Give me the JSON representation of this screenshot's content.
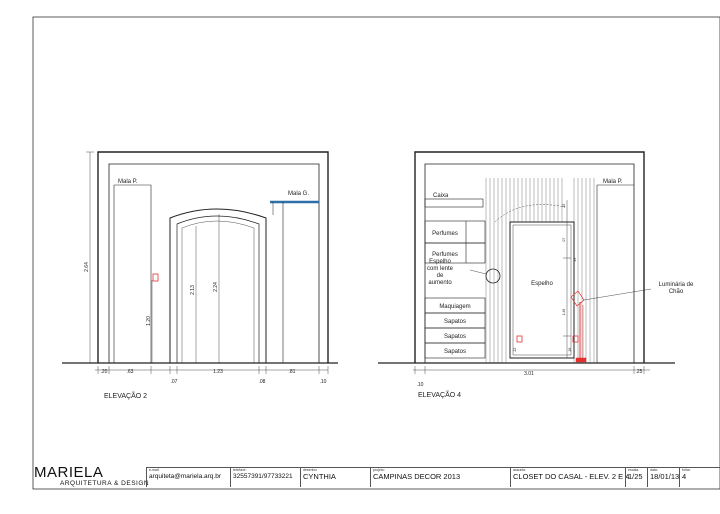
{
  "elevation2": {
    "title": "ELEVAÇÃO 2",
    "labels": {
      "mala_p": "Mala P.",
      "mala_g": "Mala G."
    },
    "dims": {
      "total_height": "2.64",
      "niche_height": "1.20",
      "arch_inner": "2.13",
      "arch_total": "2.24",
      "base_1": ".20",
      ".63": ".63",
      ".07": ".07",
      "1.23": "1.23",
      ".08": ".08",
      ".81": ".81",
      ".10": ".10"
    }
  },
  "elevation4": {
    "title": "ELEVAÇÃO 4",
    "labels": {
      "caixa": "Caixa",
      "mala_p": "Mala P.",
      "perfumes_1": "Perfumes",
      "perfumes_2": "Perfumes",
      "espelho_lente": "Espelho\ncom lente\nde\naumento",
      "espelho": "Espelho",
      "maquiagem": "Maquiagem",
      "sapatos_1": "Sapatos",
      "sapatos_2": "Sapatos",
      "sapatos_3": "Sapatos",
      "luminaria": "Luminária de\nChão"
    },
    "dims": {
      ".15": ".15",
      ".07": ".07",
      ".93": ".93",
      "1.48": "1.48",
      ".22": ".22",
      ".26": ".26",
      "3.01": "3.01",
      ".25": ".25",
      ".10": ".10"
    }
  },
  "titleblock": {
    "brand": "MARIELA",
    "brand_sub": "ARQUITETURA & DESIGN",
    "email_label": "e-mail:",
    "email": "arquiteta@mariela.arq.br",
    "phone_label": "telefone:",
    "phone": "32557391/97733221",
    "drafter_label": "desenho:",
    "drafter": "CYNTHIA",
    "project_label": "projeto:",
    "project": "CAMPINAS DECOR 2013",
    "subject_label": "assunto:",
    "subject": "CLOSET DO CASAL - ELEV. 2 E 4",
    "scale_label": "escala:",
    "scale": "1/25",
    "date_label": "data:",
    "date": "18/01/13",
    "sheet_label": "folha:",
    "sheet": "4"
  },
  "colors": {
    "line": "#222222",
    "accent_blue": "#2f6fa8",
    "accent_red": "#e53030"
  }
}
